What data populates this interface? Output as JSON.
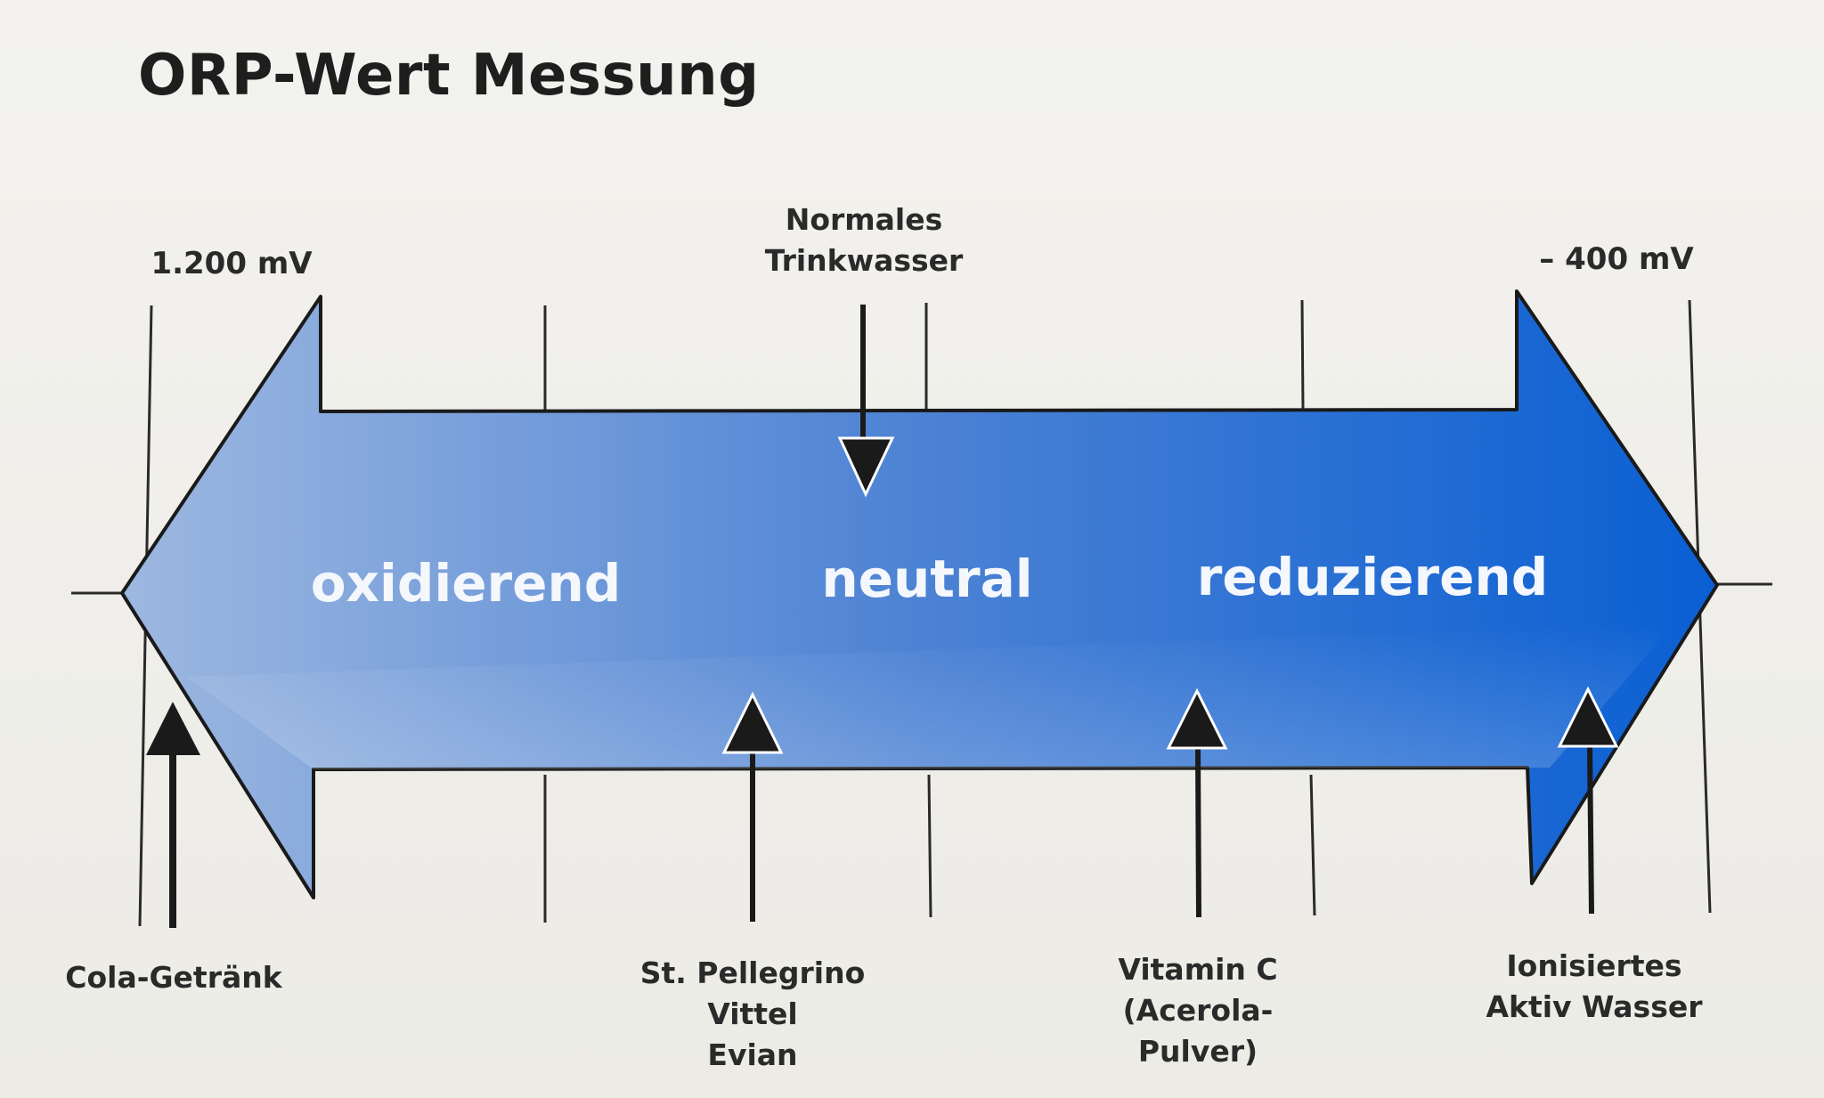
{
  "title": "ORP-Wert Messung",
  "scale": {
    "left_label": "1.200 mV",
    "right_label": "– 400 mV"
  },
  "arrow": {
    "zones": [
      "oxidierend",
      "neutral",
      "reduzierend"
    ],
    "colors": {
      "left": "#9db8e0",
      "mid": "#4c82d4",
      "right": "#0a5fd3",
      "outline": "#1a1a1a"
    }
  },
  "markers": {
    "top": {
      "line1": "Normales",
      "line2": "Trinkwasser"
    },
    "bottom": [
      {
        "lines": [
          "Cola-Getränk"
        ]
      },
      {
        "lines": [
          "St. Pellegrino",
          "Vittel",
          "Evian"
        ]
      },
      {
        "lines": [
          "Vitamin C",
          "(Acerola-Pulver)"
        ]
      },
      {
        "lines": [
          "Ionisiertes",
          "Aktiv Wasser"
        ]
      }
    ]
  }
}
